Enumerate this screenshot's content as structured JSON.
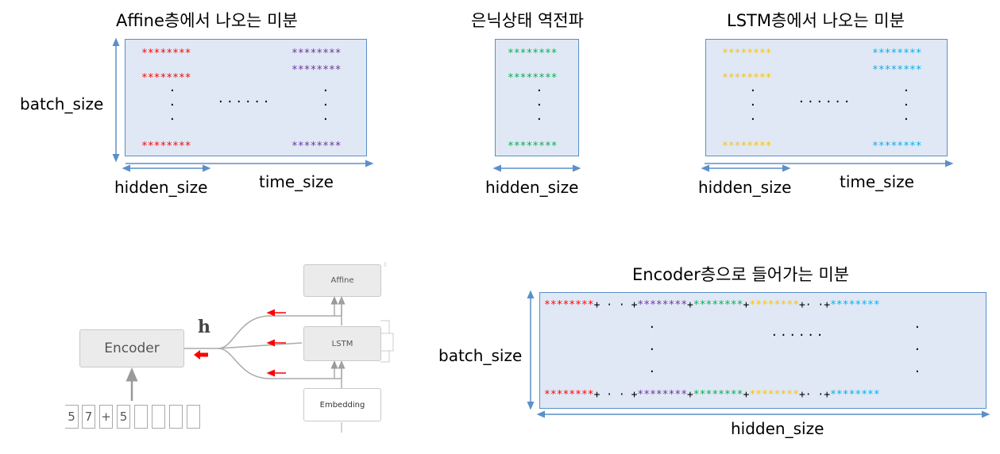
{
  "panel_affine": {
    "title": "Affine층에서 나오는 미분",
    "batch_label": "batch_size",
    "hidden_label": "hidden_size",
    "time_label": "time_size",
    "stars": "********",
    "dots_h": "· · · · · ·",
    "left_color": "#ff0000",
    "right_color": "#7030a0"
  },
  "panel_hidden": {
    "title": "은닉상태 역전파",
    "hidden_label": "hidden_size",
    "stars": "********",
    "color": "#00b050"
  },
  "panel_lstm": {
    "title": "LSTM층에서 나오는 미분",
    "hidden_label": "hidden_size",
    "time_label": "time_size",
    "stars": "********",
    "dots_h": "· · · · · ·",
    "left_color": "#ffc000",
    "right_color": "#00b0f0"
  },
  "panel_encoder_grad": {
    "title": "Encoder층으로 들어가는 미분",
    "batch_label": "batch_size",
    "hidden_label": "hidden_size",
    "stars": "********",
    "plus": "+",
    "plus_dots": "+ · · +",
    "plus_dots_short": "+· ·+",
    "dots_h": "· · · · · ·",
    "colors": [
      "#ff0000",
      "#7030a0",
      "#00b050",
      "#ffc000",
      "#00b0f0"
    ]
  },
  "network": {
    "encoder_label": "Encoder",
    "h_label": "h",
    "affine_label": "Affine",
    "lstm_label": "LSTM",
    "embedding_label": "Embedding",
    "input_cells": [
      "5",
      "7",
      "+",
      "5",
      "",
      "",
      "",
      ""
    ],
    "arrow_color": "#ff0000"
  }
}
